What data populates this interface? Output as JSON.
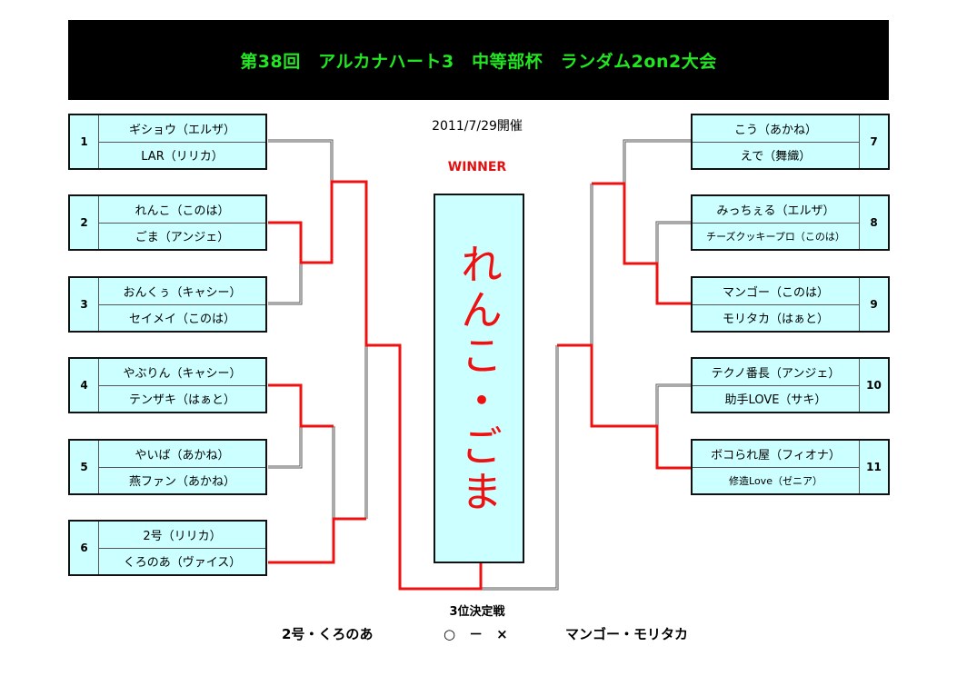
{
  "title": "第38回　アルカナハート3　中等部杯　ランダム2on2大会",
  "date": "2011/7/29開催",
  "winner_label": "WINNER",
  "winner": "れんこ・ごま",
  "teams": [
    {
      "num": "1",
      "p1": "ギショウ（エルザ）",
      "p2": "LAR（リリカ）"
    },
    {
      "num": "2",
      "p1": "れんこ（このは）",
      "p2": "ごま（アンジェ）"
    },
    {
      "num": "3",
      "p1": "おんくぅ（キャシー）",
      "p2": "セイメイ（このは）"
    },
    {
      "num": "4",
      "p1": "やぶりん（キャシー）",
      "p2": "テンザキ（はぁと）"
    },
    {
      "num": "5",
      "p1": "やいば（あかね）",
      "p2": "燕ファン（あかね）"
    },
    {
      "num": "6",
      "p1": "2号（リリカ）",
      "p2": "くろのあ（ヴァイス）"
    },
    {
      "num": "7",
      "p1": "こう（あかね）",
      "p2": "えで（舞織）"
    },
    {
      "num": "8",
      "p1": "みっちぇる（エルザ）",
      "p2": "チーズクッキープロ（このは）"
    },
    {
      "num": "9",
      "p1": "マンゴー（このは）",
      "p2": "モリタカ（はぁと）"
    },
    {
      "num": "10",
      "p1": "テクノ番長（アンジェ）",
      "p2": "助手LOVE（サキ）"
    },
    {
      "num": "11",
      "p1": "ボコられ屋（フィオナ）",
      "p2": "修造Love（ゼニア）"
    }
  ],
  "third_place": {
    "title": "3位決定戦",
    "left": "2号・くろのあ",
    "score": "○　－　×",
    "right": "マンゴー・モリタカ"
  },
  "colors": {
    "win_line": "#ee1111",
    "lose_line": "#666666",
    "title_text": "#22e622",
    "cell_bg": "#ccffff"
  }
}
